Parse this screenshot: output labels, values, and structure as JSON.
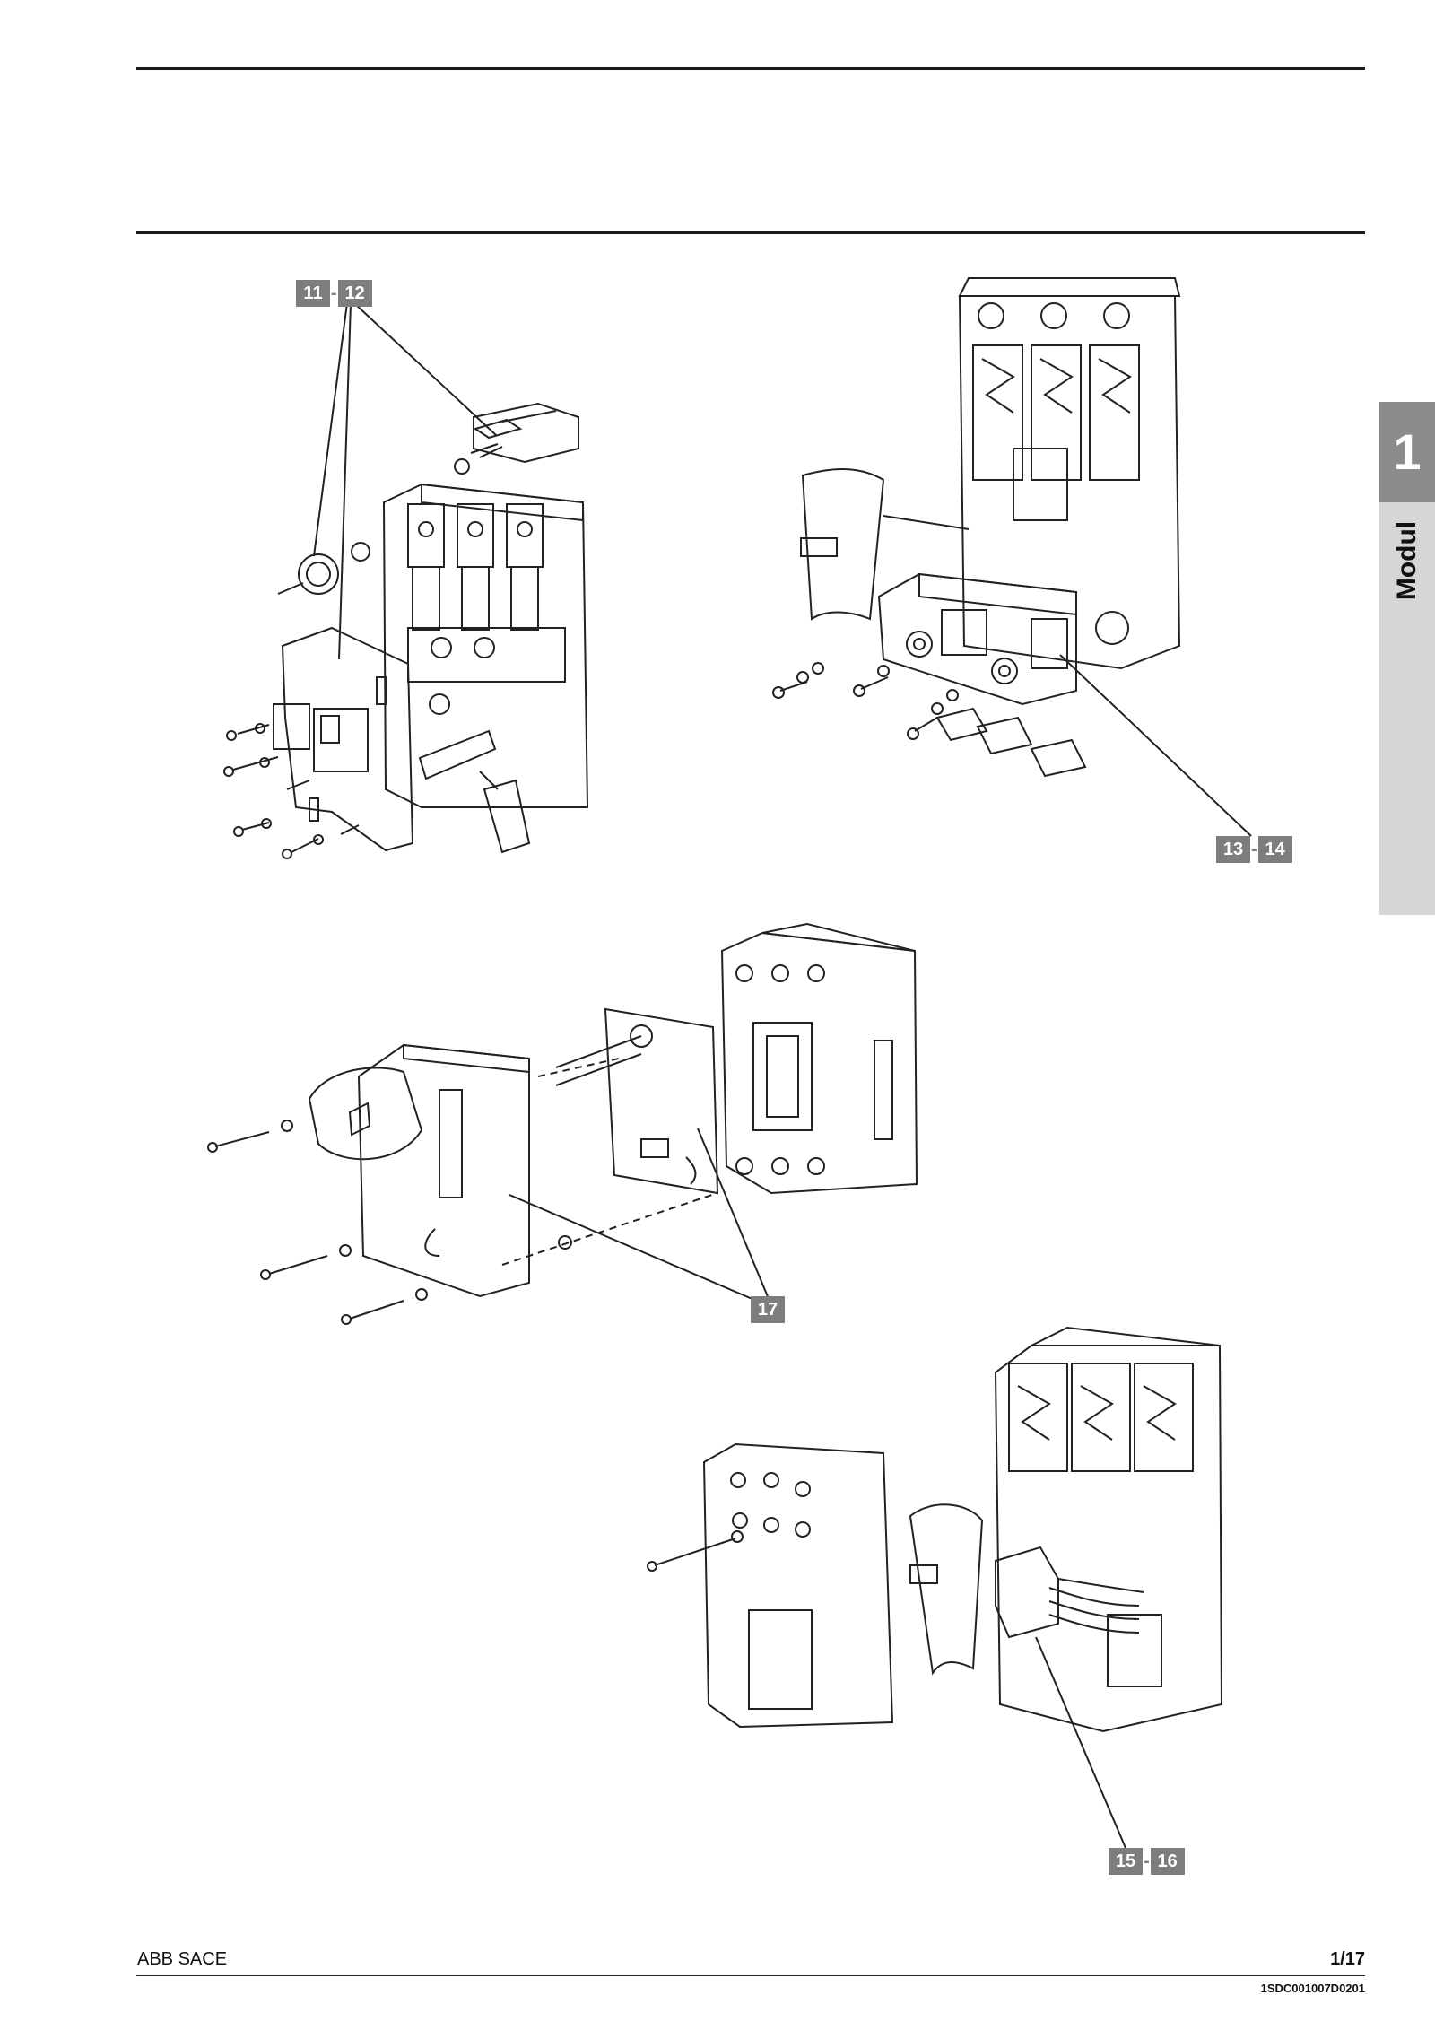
{
  "sidebar_tab": {
    "number": "1",
    "label": "Modul"
  },
  "figure_labels": [
    {
      "parts": [
        "11",
        "12"
      ]
    },
    {
      "parts": [
        "13",
        "14"
      ]
    },
    {
      "parts": [
        "17"
      ]
    },
    {
      "parts": [
        "15",
        "16"
      ]
    }
  ],
  "footer": {
    "company": "ABB SACE",
    "page": "1/17",
    "doc_code": "1SDC001007D0201"
  }
}
